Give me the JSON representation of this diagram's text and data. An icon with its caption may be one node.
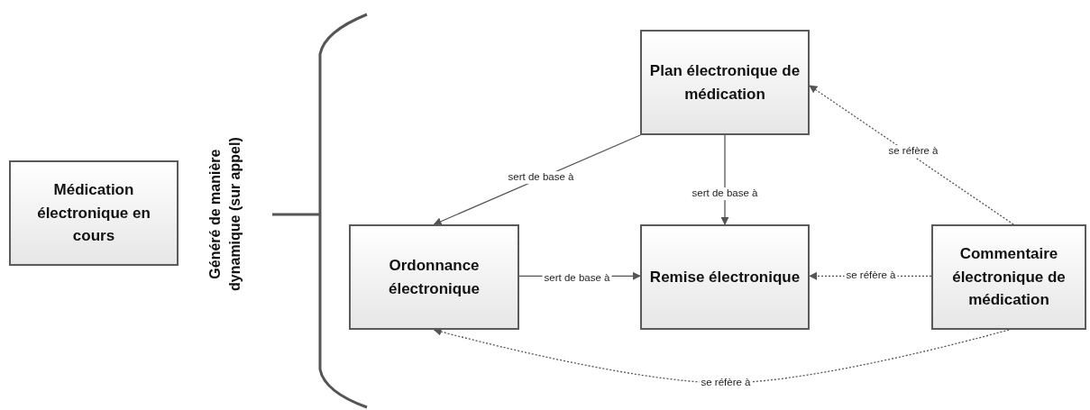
{
  "diagram": {
    "nodes": [
      {
        "text": [
          "Médication électronique en cours"
        ]
      },
      {
        "text": [
          "Plan électronique de médication"
        ]
      },
      {
        "text": [
          "Ordonnance électronique"
        ]
      },
      {
        "text": [
          "Remise électronique"
        ]
      },
      {
        "text": [
          "Commentaire électronique de médication"
        ]
      }
    ],
    "edges": [
      {
        "from": 1,
        "to": 2,
        "arrow": "to",
        "label": "sert de base à"
      },
      {
        "from": 1,
        "to": 3,
        "arrow": "to",
        "label": "sert de base à"
      },
      {
        "from": 2,
        "to": 3,
        "arrow": "to",
        "label": "sert de base à"
      },
      {
        "from": 4,
        "to": 3,
        "arrow": "to",
        "label": "se réfère à",
        "style": "dashed"
      },
      {
        "from": 4,
        "to": 1,
        "arrow": "to",
        "label": "se réfère à",
        "style": "dashed"
      },
      {
        "from": 4,
        "to": 2,
        "arrow": "to",
        "label": "se réfère à",
        "style": "dashed"
      }
    ],
    "labels": [
      "Généré de manière dynamique (sur appel)"
    ]
  }
}
